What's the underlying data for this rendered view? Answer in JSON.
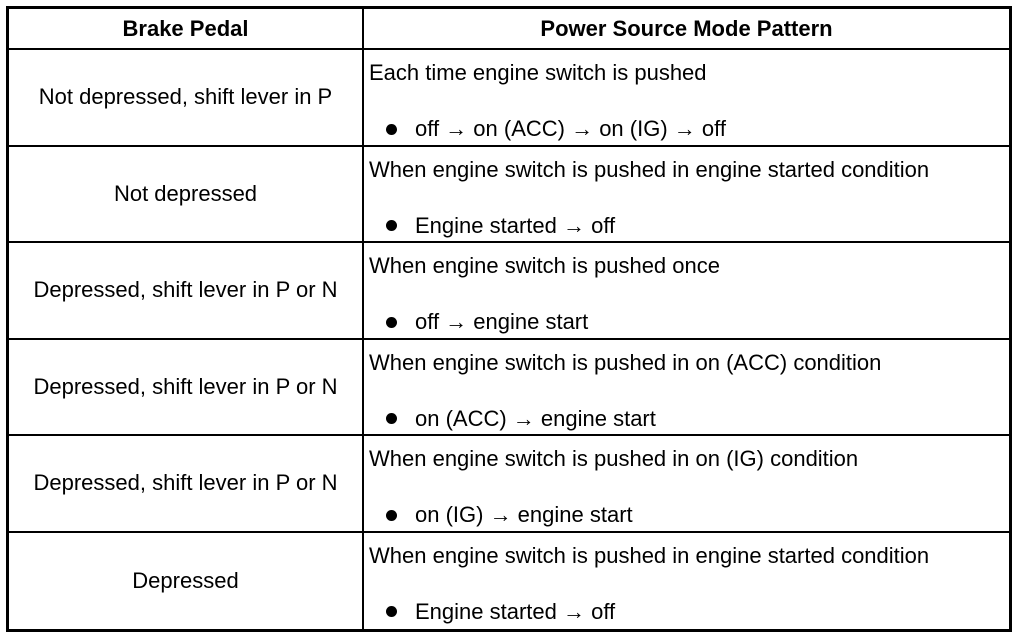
{
  "table": {
    "headers": {
      "brake_pedal": "Brake Pedal",
      "pattern": "Power Source Mode Pattern"
    },
    "rows": [
      {
        "pedal": "Not depressed, shift lever in P",
        "condition": "Each time engine switch is pushed",
        "result": "off → on (ACC) → on (IG) → off"
      },
      {
        "pedal": "Not depressed",
        "condition": "When engine switch is pushed in engine started condition",
        "result": "Engine started → off"
      },
      {
        "pedal": "Depressed, shift lever in P or N",
        "condition": "When engine switch is pushed once",
        "result": "off → engine start"
      },
      {
        "pedal": "Depressed, shift lever in P or N",
        "condition": "When engine switch is pushed in on (ACC) condition",
        "result": "on (ACC) → engine start"
      },
      {
        "pedal": "Depressed, shift lever in P or N",
        "condition": "When engine switch is pushed in on (IG) condition",
        "result": "on (IG) → engine start"
      },
      {
        "pedal": "Depressed",
        "condition": "When engine switch is pushed in engine started condition",
        "result": "Engine started → off"
      }
    ]
  }
}
